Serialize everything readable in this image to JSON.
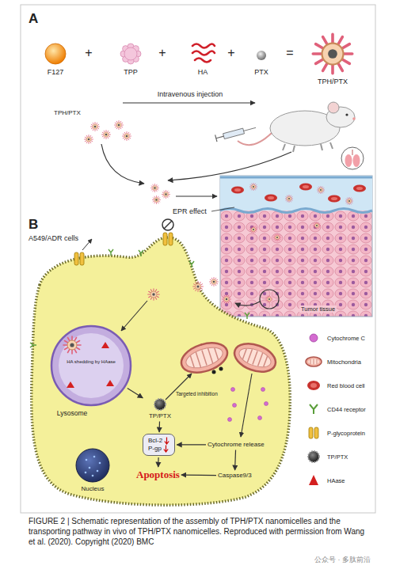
{
  "diagram": {
    "caption": "FIGURE 2 | Schematic representation of the assembly of TPH/PTX nanomicelles and the transporting pathway in vivo of TPH/PTX nanomicelles. Reproduced with permission from Wang et al. (2020). Copyright (2020) BMC",
    "nodes": [
      {
        "text": [
          "HA shedding by HAase",
          "Lysosome"
        ]
      },
      {
        "text": [
          "TP/PTX"
        ]
      },
      {
        "text": [
          "Bcl-2",
          "P-gp"
        ]
      },
      {
        "text": [
          "Cytochrome release"
        ]
      },
      {
        "text": [
          "Caspase9/3"
        ]
      },
      {
        "text": [
          "Apoptosis"
        ]
      },
      {
        "text": [
          "Nucleus"
        ]
      }
    ],
    "edges": [
      {
        "from": 0,
        "to": 1,
        "arrow": "to"
      },
      {
        "from": 1,
        "to": 2,
        "arrow": "to"
      },
      {
        "from": 3,
        "to": 2,
        "arrow": "to"
      },
      {
        "from": 3,
        "to": 4,
        "arrow": "to"
      },
      {
        "from": 4,
        "to": 5,
        "arrow": "to"
      },
      {
        "from": 2,
        "to": 5,
        "arrow": "to"
      }
    ],
    "labels": [
      "A",
      "F127",
      "+",
      "TPP",
      "+",
      "HA",
      "+",
      "PTX",
      "=",
      "TPH/PTX",
      "TPH/PTX",
      "Intravenous injection",
      "EPR effect",
      "Tumor tissue",
      "B",
      "A549/ADR cells",
      "Targeted inhibition",
      "公众号 · 多肽前沿"
    ],
    "legend": [
      {
        "text": "Cytochrome C"
      },
      {
        "text": "Mitochondria"
      },
      {
        "text": "Red blood cell"
      },
      {
        "text": "CD44 receptor"
      },
      {
        "text": "P-glycoprotein"
      },
      {
        "text": "TP/PTX"
      },
      {
        "text": "HAase"
      }
    ]
  }
}
